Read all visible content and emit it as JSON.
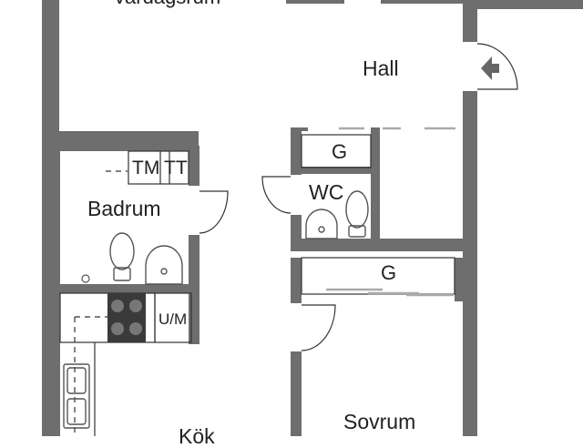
{
  "plan": {
    "rooms": {
      "vardagsrum": "Vardagsrum",
      "hall": "Hall",
      "badrum": "Badrum",
      "wc": "WC",
      "kok": "Kök",
      "sovrum": "Sovrum"
    },
    "fixtures": {
      "tm": "TM",
      "tt": "TT",
      "um": "U/M",
      "g_hall": "G",
      "g_sovrum": "G"
    },
    "icons": {
      "entrance": "entrance-arrow-icon",
      "toilet": "toilet-icon",
      "sink": "sink-icon",
      "stove": "stove-icon",
      "door": "door-swing-icon"
    },
    "colors": {
      "wall": "#6e6e6e",
      "line": "#333333",
      "fixture": "#555555",
      "text": "#222222",
      "background": "#ffffff"
    }
  }
}
